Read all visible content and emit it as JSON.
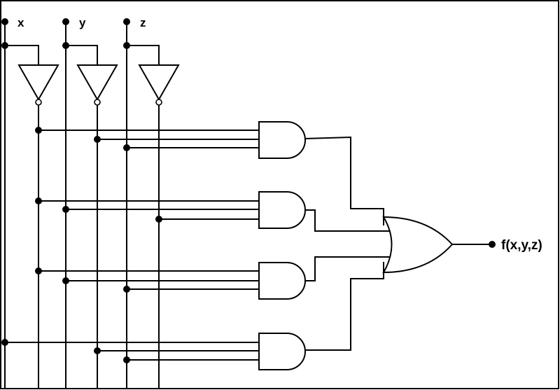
{
  "inputs": {
    "x": "x",
    "y": "y",
    "z": "z"
  },
  "output": {
    "label": "f(x,y,z)"
  },
  "colors": {
    "stroke": "#000000",
    "background": "#ffffff"
  }
}
